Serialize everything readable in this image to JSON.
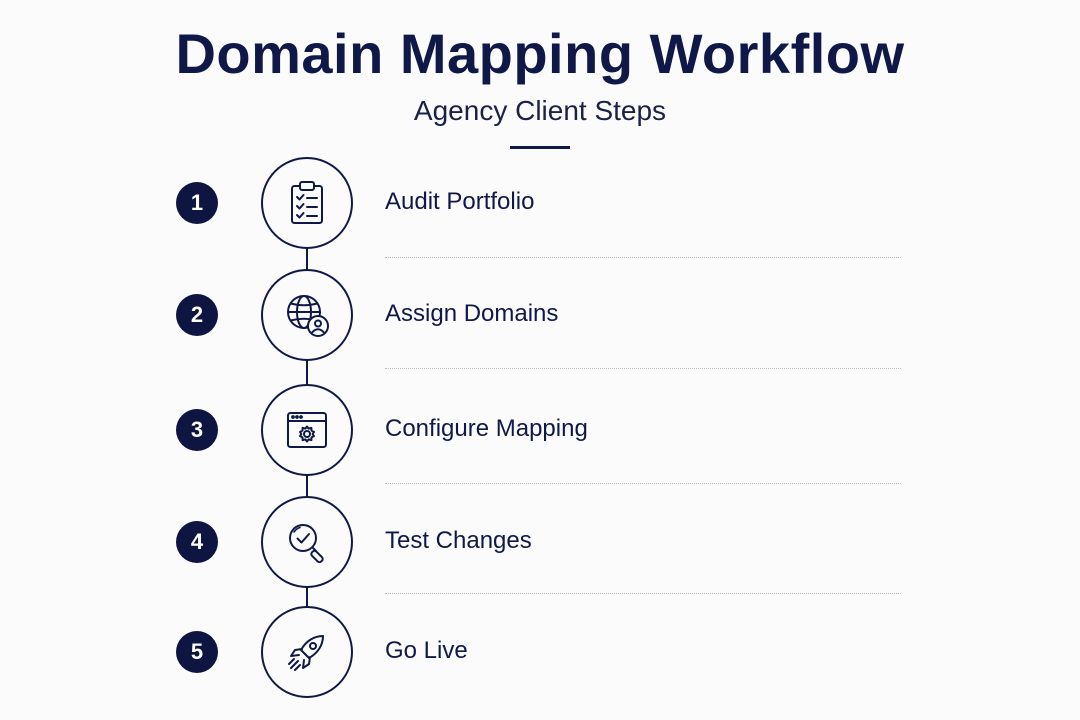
{
  "header": {
    "title": "Domain Mapping Workflow",
    "subtitle": "Agency Client Steps"
  },
  "colors": {
    "primary": "#101848",
    "background": "#fbfbfb",
    "divider": "#b9bcc8"
  },
  "steps": [
    {
      "number": "1",
      "label": "Audit Portfolio",
      "icon": "clipboard-checklist-icon"
    },
    {
      "number": "2",
      "label": "Assign Domains",
      "icon": "globe-user-icon"
    },
    {
      "number": "3",
      "label": "Configure Mapping",
      "icon": "browser-gear-icon"
    },
    {
      "number": "4",
      "label": "Test Changes",
      "icon": "magnifier-check-icon"
    },
    {
      "number": "5",
      "label": "Go Live",
      "icon": "rocket-icon"
    }
  ]
}
